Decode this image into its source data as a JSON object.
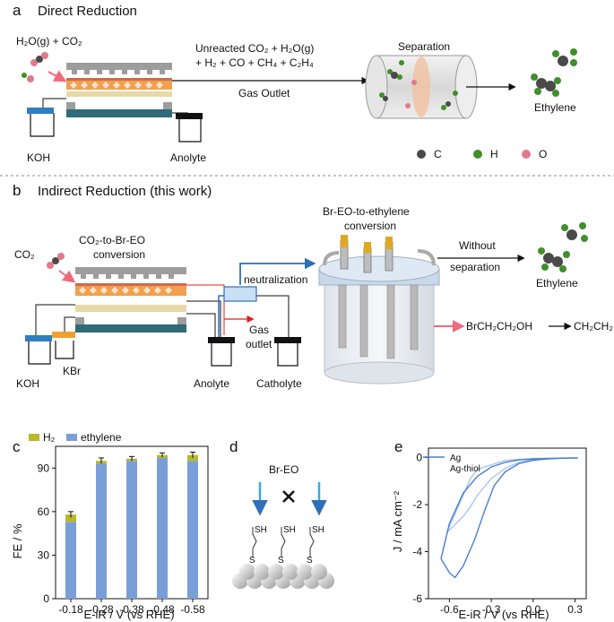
{
  "panel_a": {
    "letter": "a",
    "title": "Direct Reduction",
    "feed_label": "H₂O(g) + CO₂",
    "unreacted_line1": "Unreacted CO₂ + H₂O(g)",
    "unreacted_line2": "+ H₂ + CO + CH₄ + C₂H₄",
    "gas_outlet": "Gas Outlet",
    "separation": "Separation",
    "ethylene": "Ethylene",
    "koh": "KOH",
    "anolyte": "Anolyte",
    "legend": [
      {
        "atom": "C",
        "color": "#4a4a4a"
      },
      {
        "atom": "H",
        "color": "#3f8f2a"
      },
      {
        "atom": "O",
        "color": "#e07a8a"
      }
    ]
  },
  "panel_b": {
    "letter": "b",
    "title": "Indirect Reduction (this work)",
    "co2": "CO₂",
    "conv1_line1": "CO₂-to-Br-EO",
    "conv1_line2": "conversion",
    "conv2_line1": "Br-EO-to-ethylene",
    "conv2_line2": "conversion",
    "neutralization": "neutralization",
    "without_line1": "Without",
    "without_line2": "separation",
    "ethylene": "Ethylene",
    "gas_line1": "Gas",
    "gas_line2": "outlet",
    "koh": "KOH",
    "kbr": "KBr",
    "anolyte": "Anolyte",
    "catholyte": "Catholyte",
    "reaction_from": "BrCH₂CH₂OH",
    "reaction_to": "CH₂CH₂"
  },
  "panel_c": {
    "letter": "c",
    "chart_data": {
      "type": "bar",
      "stacked": true,
      "categories": [
        "-0.18",
        "-0.28",
        "-0.38",
        "-0.48",
        "-0.58"
      ],
      "series": [
        {
          "name": "H₂",
          "color": "#b8b82a",
          "values": [
            5,
            2,
            1.5,
            2,
            4
          ]
        },
        {
          "name": "ethylene",
          "color": "#7a9ed8",
          "values": [
            53,
            93,
            95,
            97,
            95
          ]
        }
      ],
      "errors": [
        2,
        2,
        1.5,
        1.5,
        2
      ],
      "xlabel": "E-iR / V (vs RHE)",
      "ylabel": "FE / %",
      "ylim": [
        0,
        105
      ],
      "yticks": [
        0,
        30,
        60,
        90
      ],
      "legend_position": "top-left"
    }
  },
  "panel_d": {
    "letter": "d",
    "br_eo": "Br-EO",
    "sh_labels": [
      "SH",
      "SH",
      "SH"
    ],
    "s_labels": [
      "S",
      "S",
      "S"
    ]
  },
  "panel_e": {
    "letter": "e",
    "chart_data": {
      "type": "line",
      "series": [
        {
          "name": "Ag",
          "color": "#4a7fd0",
          "x": [
            -0.66,
            -0.6,
            -0.56,
            -0.5,
            -0.42,
            -0.35,
            -0.28,
            -0.2,
            -0.1,
            0.0,
            0.1,
            0.2,
            0.3,
            0.32,
            0.2,
            0.0,
            -0.1,
            -0.2,
            -0.3,
            -0.4,
            -0.5,
            -0.6,
            -0.66
          ],
          "y": [
            -4.3,
            -4.9,
            -5.1,
            -4.6,
            -3.5,
            -2.3,
            -1.2,
            -0.6,
            -0.25,
            -0.12,
            -0.06,
            -0.03,
            -0.02,
            -0.02,
            -0.03,
            -0.06,
            -0.1,
            -0.2,
            -0.4,
            -0.8,
            -1.5,
            -2.8,
            -4.3
          ]
        },
        {
          "name": "Ag-thiol",
          "color": "#a9c6ee",
          "x": [
            -0.62,
            -0.5,
            -0.45,
            -0.4,
            -0.3,
            -0.2,
            -0.1,
            0.0,
            0.1,
            0.2,
            0.3,
            0.32,
            0.2,
            0.0,
            -0.2,
            -0.4,
            -0.45,
            -0.5,
            -0.62
          ],
          "y": [
            -3.2,
            -2.5,
            -2.1,
            -1.6,
            -0.9,
            -0.45,
            -0.2,
            -0.08,
            -0.04,
            -0.02,
            -0.01,
            -0.01,
            -0.02,
            -0.04,
            -0.12,
            -0.5,
            -0.9,
            -1.6,
            -3.2
          ]
        }
      ],
      "xlabel": "E-iR / V (vs RHE)",
      "ylabel": "J / mA cm⁻²",
      "xlim": [
        -0.75,
        0.38
      ],
      "ylim": [
        -6,
        0.4
      ],
      "xticks": [
        -0.6,
        -0.3,
        0.0,
        0.3
      ],
      "yticks": [
        0,
        -2,
        -4,
        -6
      ],
      "legend_position": "top-left"
    }
  }
}
